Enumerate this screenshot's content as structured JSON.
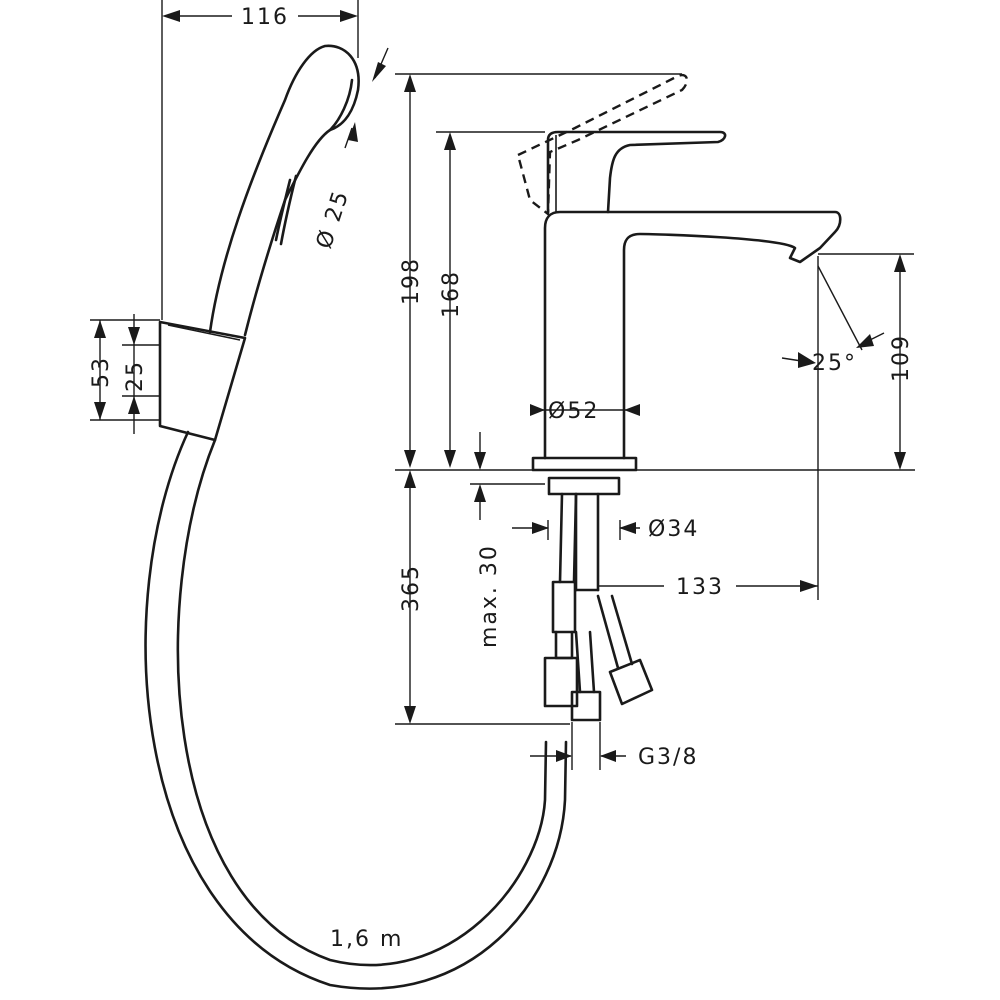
{
  "drawing": {
    "hand_shower_width": "116",
    "hand_shower_diameter": "Ø 25",
    "holder_height_total": "53",
    "holder_height_inner": "25",
    "mixer_height_lever_up": "198",
    "mixer_height": "168",
    "spout_height": "109",
    "spout_angle": "25°",
    "body_diameter": "Ø52",
    "shank_diameter": "Ø34",
    "max_deck_thickness": "max. 30",
    "hose_length_to_connection": "365",
    "spout_projection": "133",
    "connection_thread": "G3/8",
    "shower_hose_length": "1,6 m"
  }
}
